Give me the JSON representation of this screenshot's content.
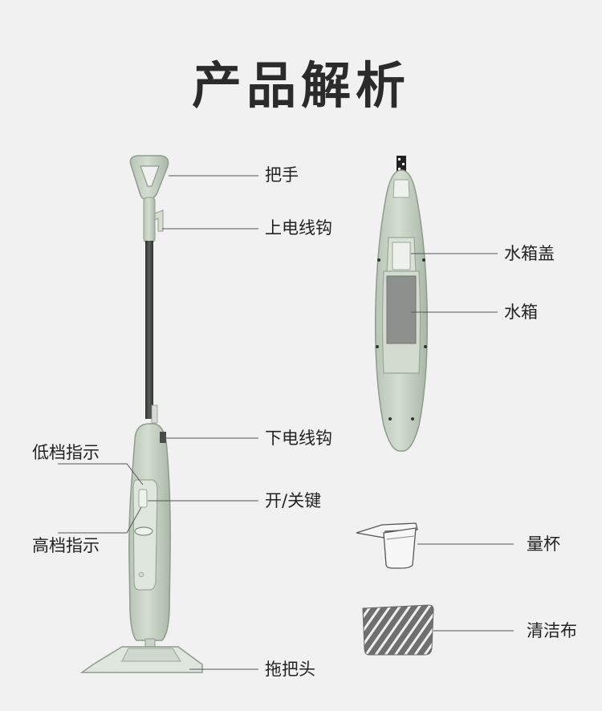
{
  "title": "产品解析",
  "labels": {
    "handle": "把手",
    "upper_cord_hook": "上电线钩",
    "lower_cord_hook": "下电线钩",
    "low_indicator": "低档指示",
    "high_indicator": "高档指示",
    "power_key": "开/关键",
    "mop_head": "拖把头",
    "tank_cover": "水箱盖",
    "water_tank": "水箱",
    "measuring_cup": "量杯",
    "cleaning_cloth": "清洁布"
  },
  "colors": {
    "body": "#c8d4c6",
    "body_dark": "#9fae9d",
    "pole": "#3a3d3c",
    "leader": "#555555",
    "tank_window": "#8d918d"
  }
}
